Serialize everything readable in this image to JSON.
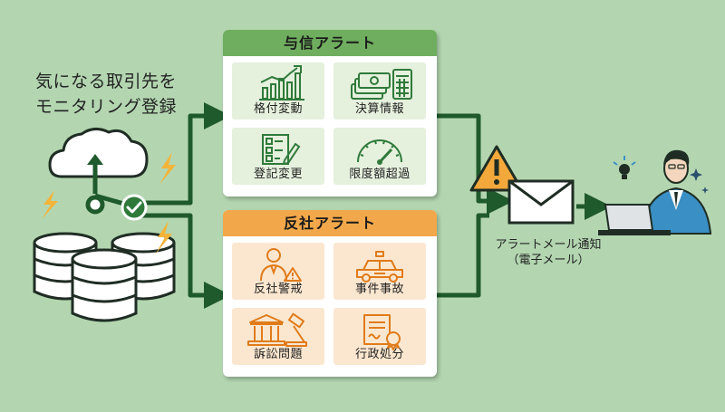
{
  "lead_text": [
    "気になる取引先を",
    "モニタリング登録"
  ],
  "credit_alert": {
    "title": "与信アラート",
    "items": [
      {
        "label": "格付変動",
        "icon": "chart-icon"
      },
      {
        "label": "決算情報",
        "icon": "money-calculator-icon"
      },
      {
        "label": "登記変更",
        "icon": "checklist-icon"
      },
      {
        "label": "限度額超過",
        "icon": "gauge-icon"
      }
    ]
  },
  "anti_alert": {
    "title": "反社アラート",
    "items": [
      {
        "label": "反社警戒",
        "icon": "person-warning-icon"
      },
      {
        "label": "事件事故",
        "icon": "police-car-icon"
      },
      {
        "label": "訴訟問題",
        "icon": "court-gavel-icon"
      },
      {
        "label": "行政処分",
        "icon": "document-stamp-icon"
      }
    ]
  },
  "mail_caption": [
    "アラートメール通知",
    "（電子メール）"
  ],
  "colors": {
    "background": "#b3d6b0",
    "arrow": "#1f5a2c",
    "credit_header": "#6fae5e",
    "credit_cell": "#e5f0dd",
    "anti_header": "#f2a84a",
    "anti_cell": "#fbe7cf",
    "icon_green": "#2f7a3a",
    "icon_orange": "#e07b1a",
    "warning": "#f2a83a",
    "lightning": "#f3b43a",
    "suit": "#3a8fc4"
  }
}
